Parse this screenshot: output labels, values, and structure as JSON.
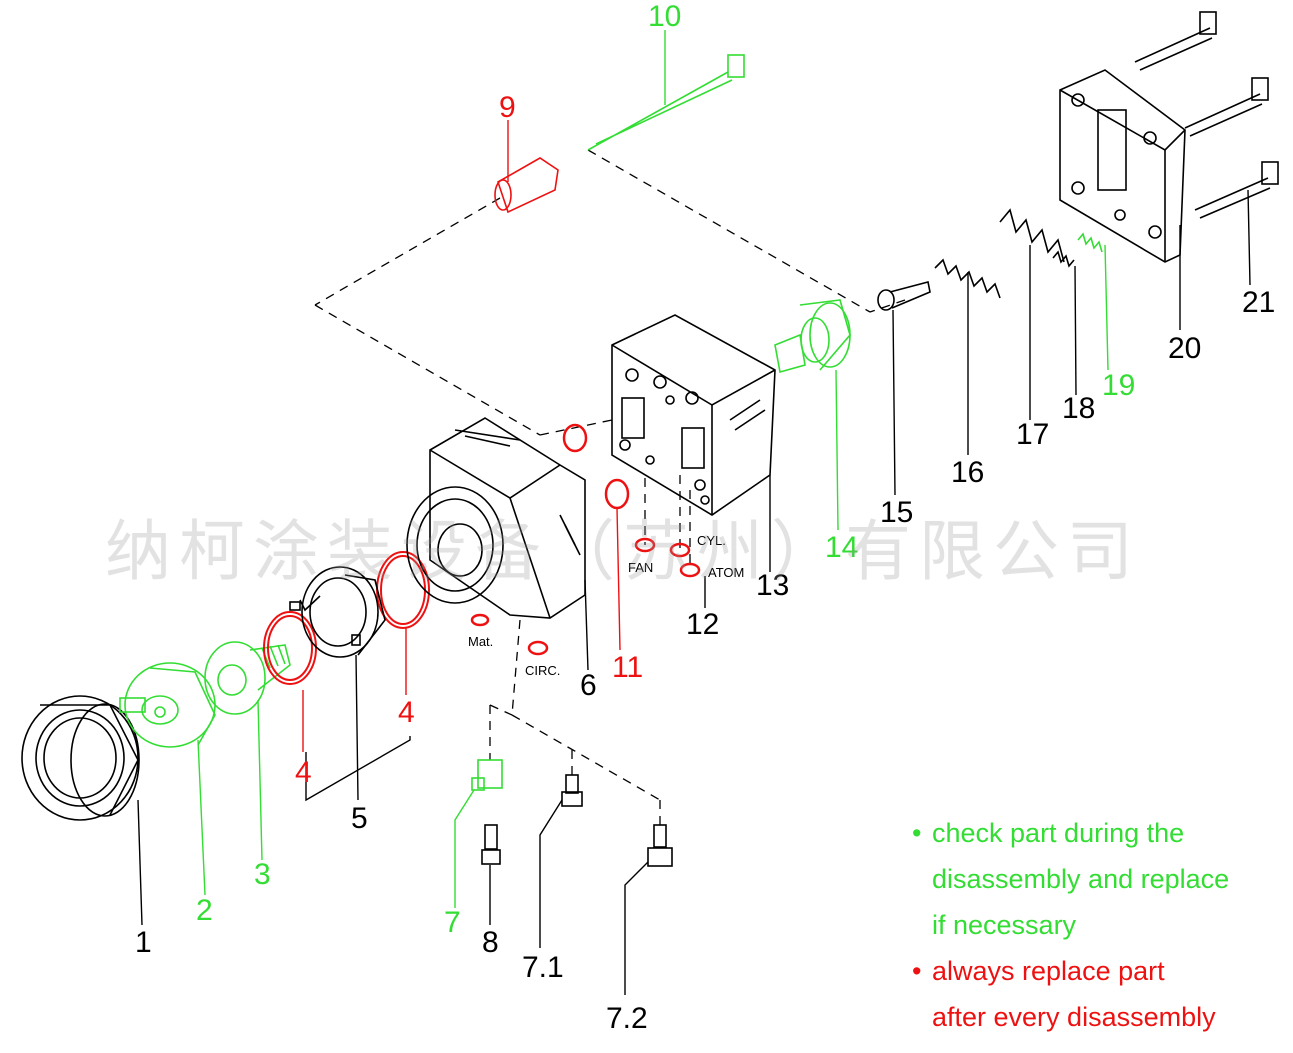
{
  "colors": {
    "black": "#000000",
    "green": "#33dd33",
    "red": "#ee1111",
    "watermark": "#999999"
  },
  "watermark": "纳柯涂装设备（苏州）有限公司",
  "labels": {
    "n1": "1",
    "n2": "2",
    "n3": "3",
    "n4a": "4",
    "n4b": "4",
    "n5": "5",
    "n6": "6",
    "n7": "7",
    "n71": "7.1",
    "n72": "7.2",
    "n8": "8",
    "n9": "9",
    "n10": "10",
    "n11": "11",
    "n12": "12",
    "n13": "13",
    "n14": "14",
    "n15": "15",
    "n16": "16",
    "n17": "17",
    "n18": "18",
    "n19": "19",
    "n20": "20",
    "n21": "21"
  },
  "port_tags": {
    "mat": "Mat.",
    "circ": "CIRC.",
    "fan": "FAN",
    "cyl": "CYL.",
    "atom": "ATOM"
  },
  "legend": {
    "green_bullet": "•",
    "green_line1": "check part during the",
    "green_line2": "disassembly and replace",
    "green_line3": "if necessary",
    "red_bullet": "•",
    "red_line1": "always replace part",
    "red_line2": "after every disassembly"
  }
}
